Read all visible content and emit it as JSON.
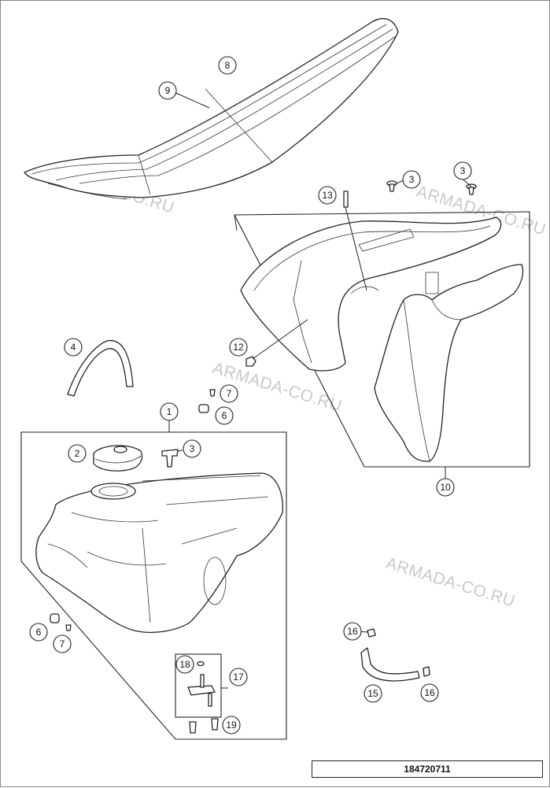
{
  "diagram": {
    "drawing_number": "184720711",
    "watermark": "ARMADA-CO.RU",
    "callouts": {
      "c1": "1",
      "c2": "2",
      "c3a": "3",
      "c3b": "3",
      "c3c": "3",
      "c4": "4",
      "c6a": "6",
      "c6b": "6",
      "c7a": "7",
      "c7b": "7",
      "c8": "8",
      "c9": "9",
      "c10": "10",
      "c12": "12",
      "c13": "13",
      "c15": "15",
      "c16a": "16",
      "c16b": "16",
      "c17": "17",
      "c18": "18",
      "c19": "19"
    },
    "parts": [
      "seat",
      "seat-cover",
      "fuel-tank",
      "tank-cap",
      "screw",
      "hose",
      "collar-bush",
      "screw-small",
      "spoiler-set",
      "nut",
      "screw-m",
      "breather-hose",
      "clamp",
      "fuel-tap",
      "o-ring",
      "tap-screw"
    ]
  }
}
